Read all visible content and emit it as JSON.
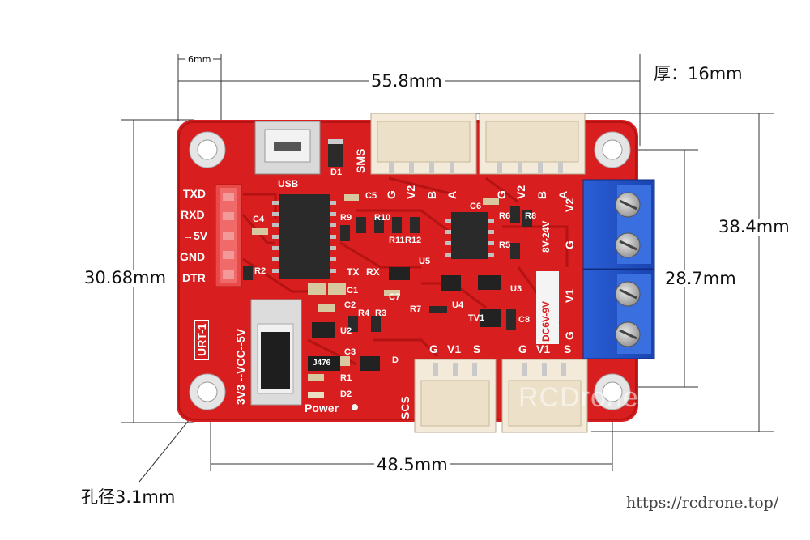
{
  "dimensions": {
    "width_top": "55.8mm",
    "offset_top": "6mm",
    "thickness": "厚：16mm",
    "height_right": "38.4mm",
    "terminal_span": "28.7mm",
    "height_left": "30.68mm",
    "hole_spacing": "48.5mm",
    "hole_diameter": "孔径3.1mm"
  },
  "board": {
    "color": "#d81e1e",
    "pins_left": [
      "TXD",
      "RXD",
      "→5V",
      "GND",
      "DTR"
    ],
    "usb_label": "USB",
    "sms_label": "SMS",
    "scs_label": "SCS",
    "header_top_left": [
      "G",
      "V2",
      "B",
      "A"
    ],
    "header_top_right": [
      "G",
      "V2",
      "B",
      "A"
    ],
    "header_bottom_left": [
      "G",
      "V1",
      "S"
    ],
    "header_bottom_right": [
      "G",
      "V1",
      "S"
    ],
    "terminal_labels": [
      "V2",
      "G",
      "V1",
      "G"
    ],
    "voltage_v2": "8V-24V",
    "voltage_v1": "DC6V-9V",
    "switch_label": "3V3 --VCC--5V",
    "model": "URT-1",
    "power_label": "Power",
    "tx": "TX",
    "rx": "RX",
    "components": [
      "C5",
      "C4",
      "R2",
      "D1",
      "R9",
      "R10",
      "R11",
      "R12",
      "U5",
      "C6",
      "R6",
      "R8",
      "R5",
      "C1",
      "C2",
      "C7",
      "R7",
      "U4",
      "U3",
      "U2",
      "R4",
      "R3",
      "TV1",
      "C8",
      "C3",
      "D",
      "R1",
      "D2"
    ],
    "resistor_marking": "J476"
  },
  "watermark": "RCDrone",
  "url": "https://rcdrone.top/"
}
